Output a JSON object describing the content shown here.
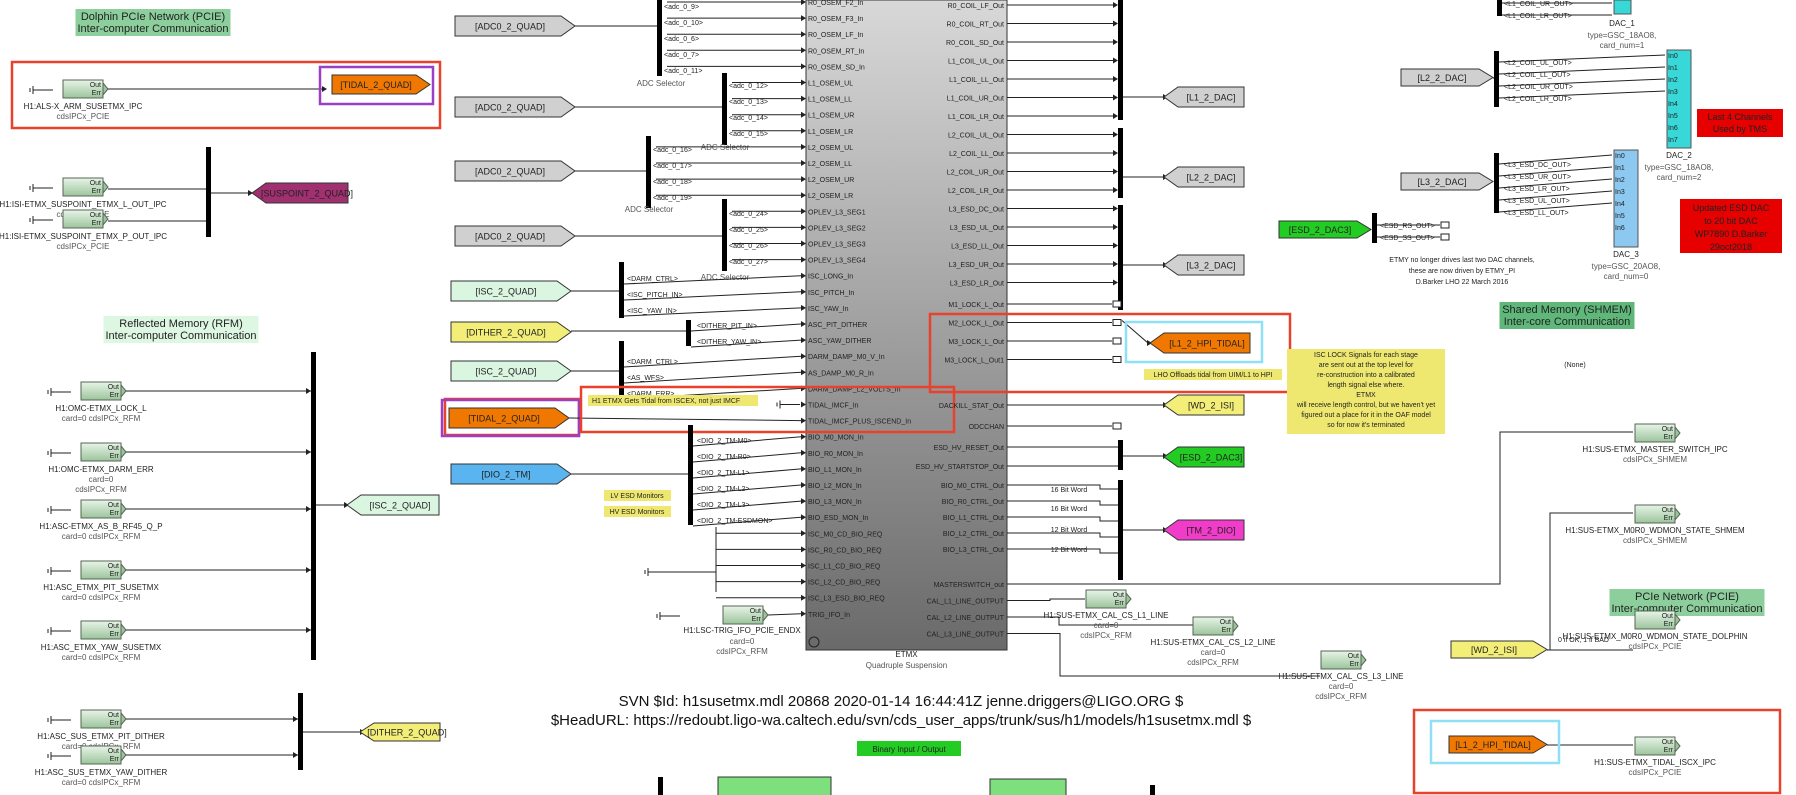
{
  "titles": {
    "pcie_dolphin": [
      "Dolphin PCIe Network (PCIE)",
      "Inter-computer Communication"
    ],
    "rfm": [
      "Reflected Memory (RFM)",
      "Inter-computer Communication"
    ],
    "shmem": [
      "Shared Memory (SHMEM)",
      "Inter-core Communication"
    ],
    "pcie_net": [
      "PCIe Network (PCIE)",
      "Inter-computer Communication"
    ]
  },
  "ipc_left": [
    {
      "name": "H1:ALS-X_ARM_SUSETMX_IPC",
      "sub": [
        "cdsIPCx_PCIE"
      ],
      "out": "[TIDAL_2_QUAD]"
    },
    {
      "name": "H1:ISI-ETMX_SUSPOINT_ETMX_L_OUT_IPC",
      "sub": [
        "cdsIPCx_PCIE"
      ]
    },
    {
      "name": "H1:ISI-ETMX_SUSPOINT_ETMX_P_OUT_IPC",
      "sub": [
        "cdsIPCx_PCIE"
      ]
    },
    {
      "name": "H1:OMC-ETMX_LOCK_L",
      "sub": [
        "card=0 cdsIPCx_RFM"
      ]
    },
    {
      "name": "H1:OMC-ETMX_DARM_ERR",
      "sub": [
        "card=0",
        "cdsIPCx_RFM"
      ]
    },
    {
      "name": "H1:ASC-ETMX_AS_B_RF45_Q_P",
      "sub": [
        "card=0 cdsIPCx_RFM"
      ]
    },
    {
      "name": "H1:ASC_ETMX_PIT_SUSETMX",
      "sub": [
        "card=0 cdsIPCx_RFM"
      ]
    },
    {
      "name": "H1:ASC_ETMX_YAW_SUSETMX",
      "sub": [
        "card=0 cdsIPCx_RFM"
      ]
    },
    {
      "name": "H1:ASC_SUS_ETMX_PIT_DITHER",
      "sub": [
        "card=0 cdsIPCx_RFM"
      ]
    },
    {
      "name": "H1:ASC_SUS_ETMX_YAW_DITHER",
      "sub": [
        "card=0 cdsIPCx_RFM"
      ]
    }
  ],
  "ports": {
    "out": "Out",
    "err": "Err"
  },
  "goto_tags": {
    "suspoint": "[SUSPOINT_2_QUAD]",
    "isc": "[ISC_2_QUAD]",
    "dither": "[DITHER_2_QUAD]"
  },
  "from_tags": [
    "[ADC0_2_QUAD]",
    "[ADC0_2_QUAD]",
    "[ADC0_2_QUAD]",
    "[ADC0_2_QUAD]",
    "[ISC_2_QUAD]",
    "[DITHER_2_QUAD]",
    "[ISC_2_QUAD]",
    "[TIDAL_2_QUAD]",
    "[DIO_2_TM]"
  ],
  "adc_selector": "ADC Selector",
  "adc_signals": [
    [
      "<adc_0_9>",
      "<adc_0_10>",
      "<adc_0_6>",
      "<adc_0_7>",
      "<adc_0_11>"
    ],
    [
      "<adc_0_12>",
      "<adc_0_13>",
      "<adc_0_14>",
      "<adc_0_15>"
    ],
    [
      "<adc_0_16>",
      "<adc_0_17>",
      "<adc_0_18>",
      "<adc_0_19>"
    ],
    [
      "<adc_0_24>",
      "<adc_0_25>",
      "<adc_0_26>",
      "<adc_0_27>"
    ]
  ],
  "isc_signals": [
    "<DARM_CTRL>",
    "<ISC_PITCH_IN>",
    "<ISC_YAW_IN>"
  ],
  "dither_signals": [
    "<DITHER_PIT_IN>",
    "<DITHER_YAW_IN>"
  ],
  "as_signals": [
    "<DARM_CTRL>",
    "<AS_WFS>",
    "<DARM_ERR>"
  ],
  "dio_signals": [
    "<DIO_2_TM-M0>",
    "<DIO_2_TM-R0>",
    "<DIO_2_TM-L1>",
    "<DIO_2_TM-L2>",
    "<DIO_2_TM-L3>",
    "<DIO_2_TM-ESDMON>"
  ],
  "notes": {
    "h1_tidal": "H1 ETMX Gets Tidal from ISCEX, not just IMCF",
    "lv_esd": "LV ESD Monitors",
    "hv_esd": "HV ESD Monitors",
    "lho_offloads": "LHO Offloads tidal from UIM/L1 to HPI",
    "isc_lock": [
      "ISC LOCK Signals for each stage",
      "are sent out at the top level for",
      "re-construction into a calibrated",
      "length signal else where.",
      "ETMX",
      "will receive length control, but we haven't yet",
      "figured out a place for it in the OAF model",
      "so for now it's terminated"
    ],
    "etmy": [
      "ETMY no longer drives last two DAC channels,",
      "these are now driven by ETMY_PI",
      "D.Barker LHO 22 March 2016"
    ],
    "last4": [
      "Last 4 Channels",
      "Used by TMS"
    ],
    "updated": [
      "Updated ESD DAC",
      "to 20 bit DAC",
      "WP7890 D.Barker",
      "29oct2018"
    ],
    "none": "(None)",
    "ok_bad": "0 if OK, 1 if BAD",
    "bin_io": "Binary Input / Output"
  },
  "etmx_inputs": [
    "R0_OSEM_F2_In",
    "R0_OSEM_F3_In",
    "R0_OSEM_LF_In",
    "R0_OSEM_RT_In",
    "R0_OSEM_SD_In",
    "L1_OSEM_UL",
    "L1_OSEM_LL",
    "L1_OSEM_UR",
    "L1_OSEM_LR",
    "L2_OSEM_UL",
    "L2_OSEM_LL",
    "L2_OSEM_UR",
    "L2_OSEM_LR",
    "OPLEV_L3_SEG1",
    "OPLEV_L3_SEG2",
    "OPLEV_L3_SEG3",
    "OPLEV_L3_SEG4",
    "ISC_LONG_In",
    "ISC_PITCH_In",
    "ISC_YAW_In",
    "ASC_PIT_DITHER",
    "ASC_YAW_DITHER",
    "DARM_DAMP_M0_V_In",
    "AS_DAMP_M0_R_In",
    "DARM_DAMP_L2_VOLTS_In",
    "TIDAL_IMCF_In",
    "TIDAL_IMCF_PLUS_ISCEND_In",
    "BIO_M0_MON_In",
    "BIO_R0_MON_In",
    "BIO_L1_MON_In",
    "BIO_L2_MON_In",
    "BIO_L3_MON_In",
    "BIO_ESD_MON_In",
    "ISC_M0_CD_BIO_REQ",
    "ISC_R0_CD_BIO_REQ",
    "ISC_L1_CD_BIO_REQ",
    "ISC_L2_CD_BIO_REQ",
    "ISC_L3_ESD_BIO_REQ",
    "TRIG_IFO_In"
  ],
  "etmx_outputs": [
    "R0_COIL_LF_Out",
    "R0_COIL_RT_Out",
    "R0_COIL_SD_Out",
    "L1_COIL_UL_Out",
    "L1_COIL_LL_Out",
    "L1_COIL_UR_Out",
    "L1_COIL_LR_Out",
    "L2_COIL_UL_Out",
    "L2_COIL_LL_Out",
    "L2_COIL_UR_Out",
    "L2_COIL_LR_Out",
    "L3_ESD_DC_Out",
    "L3_ESD_UL_Out",
    "L3_ESD_LL_Out",
    "L3_ESD_UR_Out",
    "L3_ESD_LR_Out",
    "M1_LOCK_L_Out",
    "M2_LOCK_L_Out",
    "M3_LOCK_L_Out",
    "M3_LOCK_L_Out1",
    "DACKILL_STAT_Out",
    "ODCCHAN",
    "ESD_HV_RESET_Out",
    "ESD_HV_STARTSTOP_Out",
    "BIO_M0_CTRL_Out",
    "BIO_R0_CTRL_Out",
    "BIO_L1_CTRL_Out",
    "BIO_L2_CTRL_Out",
    "BIO_L3_CTRL_Out",
    "MASTERSWITCH_out",
    "CAL_L1_LINE_OUTPUT",
    "CAL_L2_LINE_OUTPUT",
    "CAL_L3_LINE_OUTPUT"
  ],
  "etmx_name": "ETMX",
  "etmx_type": "Quadruple Suspension",
  "right_gotos": [
    "[L1_2_DAC]",
    "[L2_2_DAC]",
    "[L3_2_DAC]",
    "[L1_2_HPI_TIDAL]",
    "[WD_2_ISI]",
    "[ESD_2_DAC3]",
    "[TM_2_DIO]"
  ],
  "word_labels": [
    "16 Bit Word",
    "16 Bit Word",
    "12 Bit Word",
    "12 Bit Word"
  ],
  "cal_ipcs": [
    {
      "name": "H1:SUS-ETMX_CAL_CS_L1_LINE",
      "sub": [
        "card=0",
        "cdsIPCx_RFM"
      ]
    },
    {
      "name": "H1:SUS-ETMX_CAL_CS_L2_LINE",
      "sub": [
        "card=0",
        "cdsIPCx_RFM"
      ]
    },
    {
      "name": "H1:SUS-ETMX_CAL_CS_L3_LINE",
      "sub": [
        "card=0",
        "cdsIPCx_RFM"
      ]
    }
  ],
  "lsc_trig": {
    "name": "H1:LSC-TRIG_IFO_PCIE_ENDX",
    "sub": [
      "card=0",
      "cdsIPCx_RFM"
    ]
  },
  "dac_l1": [
    "<L1_COIL_UR_OUT>",
    "<L1_COIL_LR_OUT>"
  ],
  "dac_l2": [
    "<L2_COIL_UL_OUT>",
    "<L2_COIL_LL_OUT>",
    "<L2_COIL_UR_OUT>",
    "<L2_COIL_LR_OUT>"
  ],
  "dac_l3": [
    "<L3_ESD_DC_OUT>",
    "<L3_ESD_UR_OUT>",
    "<L3_ESD_LR_OUT>",
    "<L3_ESD_UL_OUT>",
    "<L3_ESD_LL_OUT>"
  ],
  "esd_rs": [
    "<ESD_RS_OUT>",
    "<ESD_SS_OUT>"
  ],
  "dac_from": {
    "l2": "[L2_2_DAC]",
    "l3": "[L3_2_DAC]",
    "esd": "[ESD_2_DAC3]",
    "wd": "[WD_2_ISI]",
    "hpi": "[L1_2_HPI_TIDAL]"
  },
  "dac_ports": [
    "In0",
    "In1",
    "In2",
    "In3",
    "In4",
    "In5",
    "In6",
    "In7"
  ],
  "dacs": [
    {
      "name": "DAC_1",
      "sub": [
        "type=GSC_18AO8,",
        "card_num=1"
      ]
    },
    {
      "name": "DAC_2",
      "sub": [
        "type=GSC_18AO8,",
        "card_num=2"
      ]
    },
    {
      "name": "DAC_3",
      "sub": [
        "type=GSC_20AO8,",
        "card_num=0"
      ]
    }
  ],
  "right_ipcs": [
    {
      "name": "H1:SUS-ETMX_MASTER_SWITCH_IPC",
      "sub": [
        "cdsIPCx_SHMEM"
      ]
    },
    {
      "name": "H1:SUS-ETMX_M0R0_WDMON_STATE_SHMEM",
      "sub": [
        "cdsIPCx_SHMEM"
      ]
    },
    {
      "name": "H1:SUS-ETMX_M0R0_WDMON_STATE_DOLPHIN",
      "sub": [
        "cdsIPCx_PCIE"
      ]
    },
    {
      "name": "H1:SUS-ETMX_TIDAL_ISCX_IPC",
      "sub": [
        "cdsIPCx_PCIE"
      ]
    }
  ],
  "svn": [
    "SVN $Id: h1susetmx.mdl 20868 2020-01-14 16:44:41Z jenne.driggers@LIGO.ORG $",
    "$HeadURL: https://redoubt.ligo-wa.caltech.edu/svn/cds_user_apps/trunk/sus/h1/models/h1susetmx.mdl $"
  ],
  "colors": {
    "orange": "#f07800",
    "purple_box": "#9b3fc7",
    "red_box": "#e8412c",
    "cyan_box": "#8fe0f5",
    "yellow": "#f3ee78",
    "green": "#22cc22",
    "magenta": "#f03cc8",
    "blue": "#5ab4f0",
    "gray_tag": "#d0d0d0",
    "ipc_green": "#bcd9bc",
    "teal_dac": "#38d8d8",
    "blue_dac": "#8cc8f0",
    "lightgreen": "#daf5e0",
    "red_note": "#e60000",
    "yellow_note": "#efe870",
    "suspoint": "#a03070"
  }
}
